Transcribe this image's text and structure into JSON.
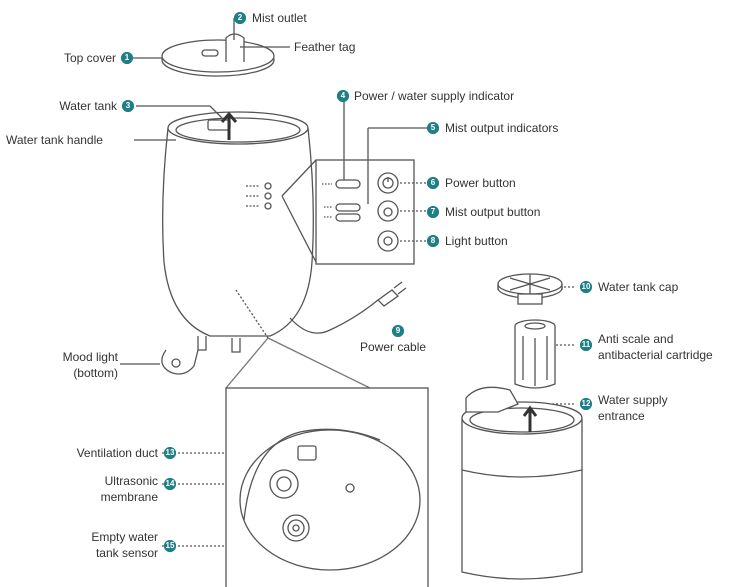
{
  "colors": {
    "badge": "#1f7f86",
    "line": "#555555",
    "text": "#333333"
  },
  "callouts": {
    "mist_outlet": {
      "num": "2",
      "label": "Mist outlet"
    },
    "feather_tag": {
      "label": "Feather tag"
    },
    "top_cover": {
      "num": "1",
      "label": "Top cover"
    },
    "water_tank": {
      "num": "3",
      "label": "Water tank"
    },
    "tank_handle": {
      "label": "Water tank handle"
    },
    "power_supply": {
      "num": "4",
      "label": "Power / water supply indicator"
    },
    "mist_indic": {
      "num": "5",
      "label": "Mist output indicators"
    },
    "power_button": {
      "num": "6",
      "label": "Power button"
    },
    "mist_button": {
      "num": "7",
      "label": "Mist output button"
    },
    "light_button": {
      "num": "8",
      "label": "Light button"
    },
    "power_cable": {
      "num": "9",
      "label": "Power cable"
    },
    "mood_light": {
      "label_line1": "Mood light",
      "label_line2": "(bottom)"
    },
    "tank_cap": {
      "num": "10",
      "label": "Water tank cap"
    },
    "cartridge": {
      "num": "11",
      "label_line1": "Anti scale and",
      "label_line2": "antibacterial cartridge"
    },
    "supply_entr": {
      "num": "12",
      "label_line1": "Water supply",
      "label_line2": "entrance"
    },
    "vent_duct": {
      "num": "13",
      "label": "Ventilation duct"
    },
    "membrane": {
      "num": "14",
      "label_line1": "Ultrasonic",
      "label_line2": "membrane"
    },
    "tank_sensor": {
      "num": "15",
      "label_line1": "Empty water",
      "label_line2": "tank sensor"
    }
  }
}
